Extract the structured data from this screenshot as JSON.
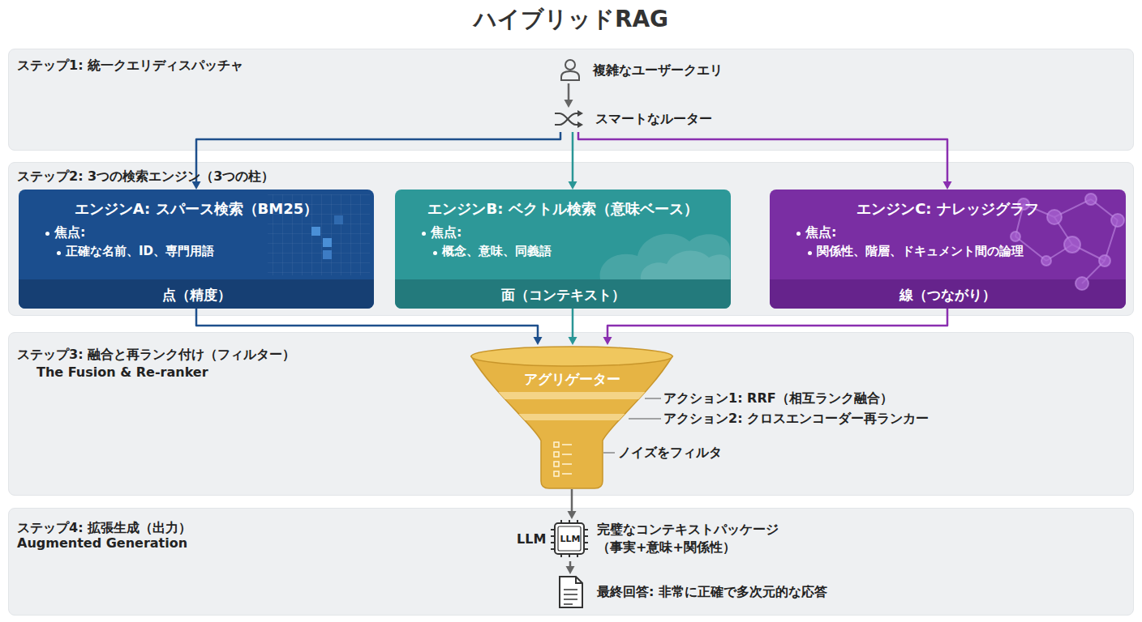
{
  "diagram": {
    "title": "ハイブリッドRAG",
    "nodes": [
      {
        "text": [
          "ステップ1: 統一クエリディスパッチャ"
        ]
      },
      {
        "text": [
          "複雑なユーザークエリ"
        ],
        "in": 0
      },
      {
        "text": [
          "スマートなルーター"
        ],
        "in": 0
      },
      {
        "text": [
          "ステップ2: 3つの検索エンジン（3つの柱）"
        ]
      },
      {
        "text": [
          "エンジンA: スパース検索（BM25）",
          "焦点:",
          "正確な名前、ID、専門用語",
          "点（精度）"
        ],
        "in": 3
      },
      {
        "text": [
          "エンジンB: ベクトル検索（意味ベース）",
          "焦点:",
          "概念、意味、同義語",
          "面（コンテキスト）"
        ],
        "in": 3
      },
      {
        "text": [
          "エンジンC: ナレッジグラフ",
          "焦点:",
          "関係性、階層、ドキュメント間の論理",
          "線（つながり）"
        ],
        "in": 3
      },
      {
        "text": [
          "ステップ3: 融合と再ランク付け（フィルター）",
          "The Fusion & Re-ranker"
        ]
      },
      {
        "text": [
          "アグリゲーター"
        ],
        "in": 7
      },
      {
        "text": [
          "ステップ4: 拡張生成（出力）",
          "Augmented Generation"
        ]
      },
      {
        "text": [
          "LLM",
          "LLM",
          "完璧なコンテキストパッケージ （事実+意味+関係性）"
        ],
        "in": 9
      },
      {
        "text": [
          "最終回答: 非常に正確で多次元的な応答"
        ],
        "in": 9
      }
    ],
    "edges": [
      {
        "from": 1,
        "to": 2,
        "arrow": "to"
      },
      {
        "from": 2,
        "to": 4,
        "arrow": "to"
      },
      {
        "from": 2,
        "to": 5,
        "arrow": "to"
      },
      {
        "from": 2,
        "to": 6,
        "arrow": "to"
      },
      {
        "from": 4,
        "to": 8,
        "arrow": "to"
      },
      {
        "from": 5,
        "to": 8,
        "arrow": "to"
      },
      {
        "from": 6,
        "to": 8,
        "arrow": "to"
      },
      {
        "from": 8,
        "to": 10,
        "arrow": "to"
      },
      {
        "from": 10,
        "to": 11,
        "arrow": "to"
      }
    ],
    "labels": [
      "アクション1: RRF（相互ランク融合）",
      "アクション2: クロスエンコーダー再ランカー",
      "ノイズをフィルタ"
    ]
  }
}
